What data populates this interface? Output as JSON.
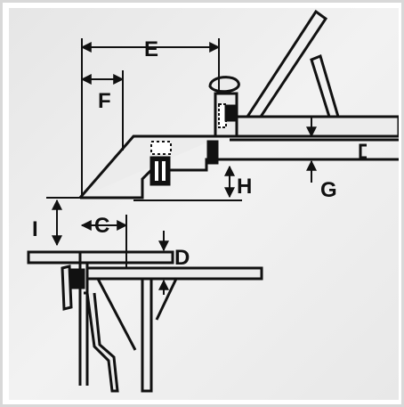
{
  "labels": {
    "E": "E",
    "F": "F",
    "C": "C",
    "D": "D",
    "G": "G",
    "H": "H",
    "I": "I"
  },
  "colors": {
    "background": "#e9e9e9",
    "panel": "#ececec",
    "ink": "#1a1a1a",
    "frame": "#d8d8d8"
  }
}
